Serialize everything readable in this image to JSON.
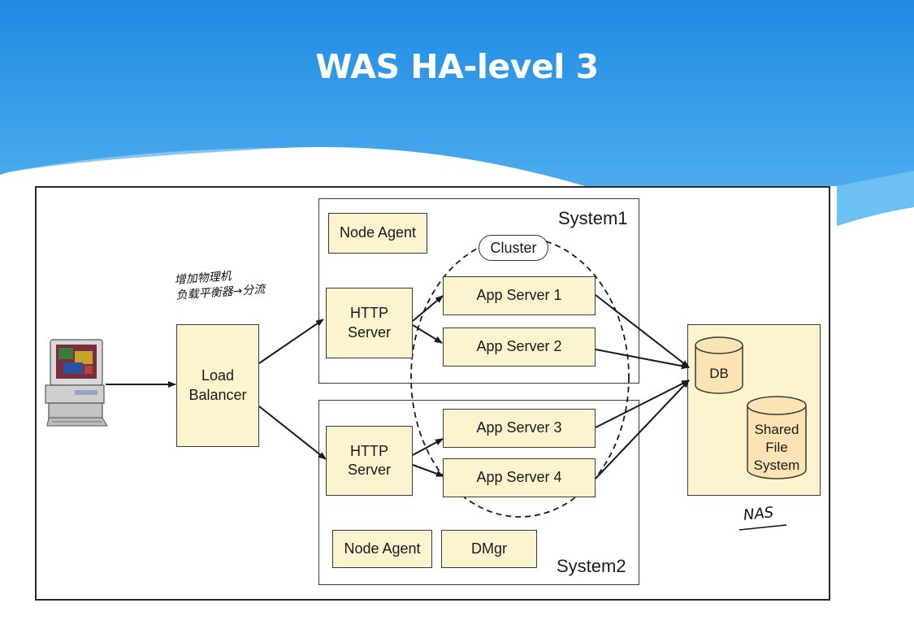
{
  "slide": {
    "title": "WAS HA-level 3"
  },
  "colors": {
    "banner_top": "#1e88e5",
    "banner_bottom": "#5ab4f0",
    "box_fill": "#fdf3cf",
    "line": "#1a1a1a"
  },
  "diagram": {
    "client": {
      "icon": "desktop-computer-icon"
    },
    "load_balancer": {
      "label": "Load\nBalancer"
    },
    "handwritten_note": {
      "line1": "增加物理机",
      "line2": "负载平衡器→分流"
    },
    "cluster": {
      "label": "Cluster"
    },
    "system1": {
      "label": "System1",
      "node_agent": "Node Agent",
      "http_server": "HTTP\nServer",
      "app_servers": [
        "App Server 1",
        "App Server 2"
      ]
    },
    "system2": {
      "label": "System2",
      "node_agent": "Node Agent",
      "dmgr": "DMgr",
      "http_server": "HTTP\nServer",
      "app_servers": [
        "App Server 3",
        "App Server 4"
      ]
    },
    "storage": {
      "db": "DB",
      "shared_fs": "Shared\nFile\nSystem",
      "handwritten_caption": "NAS"
    }
  }
}
